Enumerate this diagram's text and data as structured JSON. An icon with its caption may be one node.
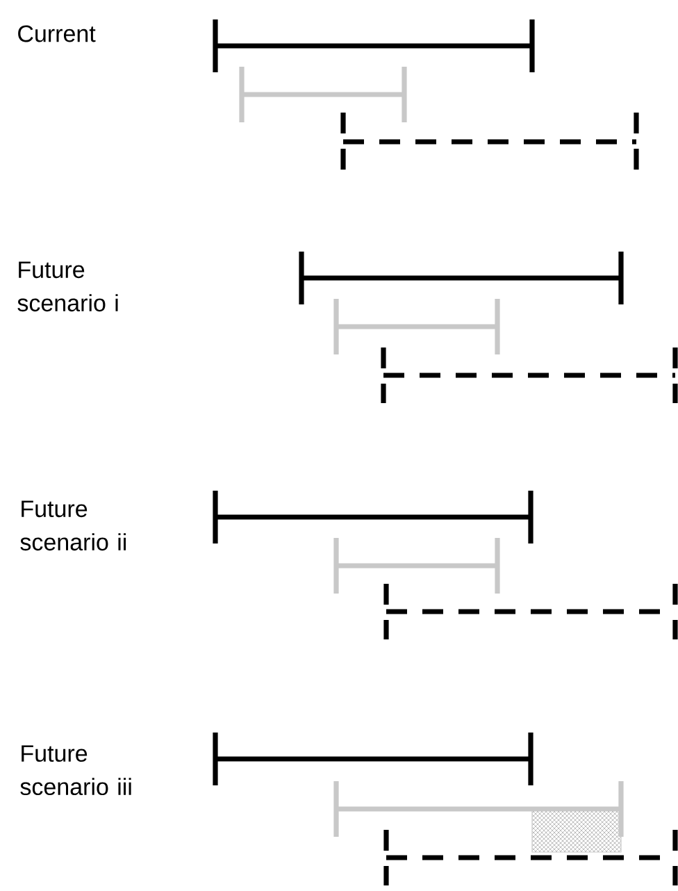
{
  "diagram": {
    "labels": [
      "Current",
      "Future scenario i",
      "Future scenario ii",
      "Future scenario iii"
    ]
  }
}
